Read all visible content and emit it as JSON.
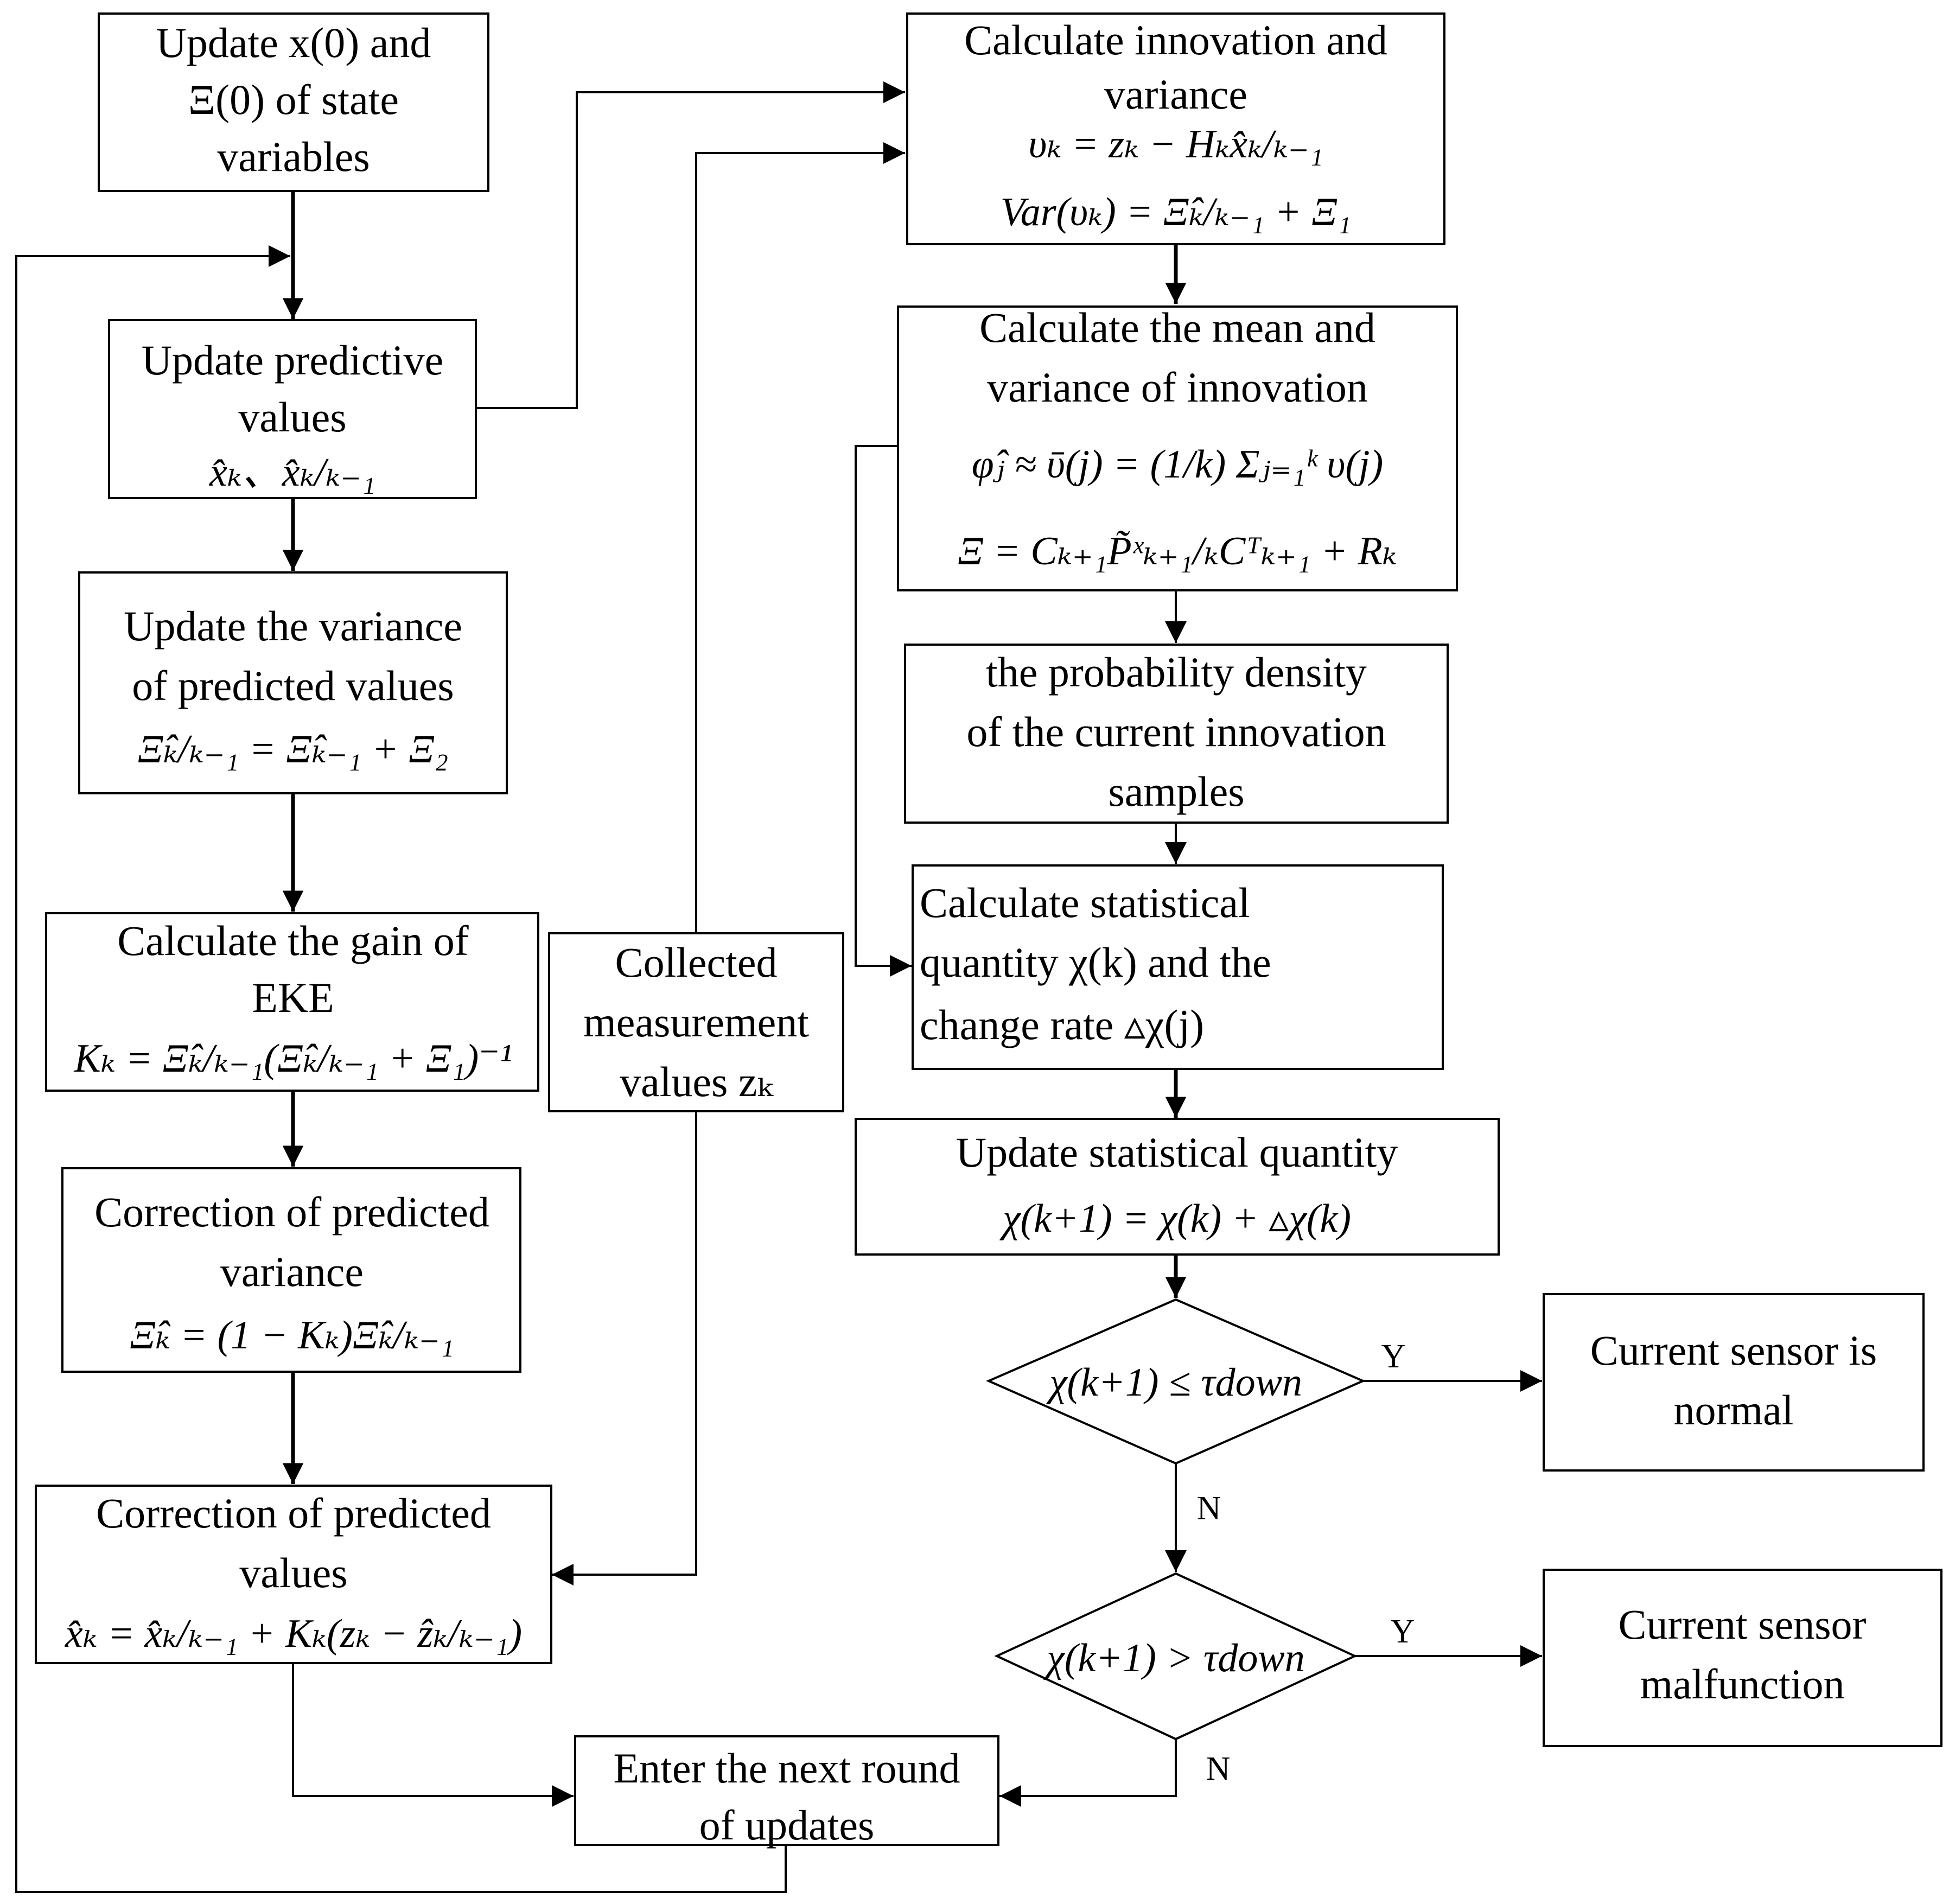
{
  "boxes": {
    "init": {
      "lines": [
        "Update x(0) and",
        "Ξ(0) of state",
        "variables"
      ]
    },
    "predict": {
      "lines": [
        "Update predictive",
        "values"
      ],
      "eq": "x̂ₖ、x̂ₖ/ₖ₋₁"
    },
    "variance": {
      "lines": [
        "Update the variance",
        "of predicted values"
      ],
      "eq": "Ξ̂ₖ/ₖ₋₁ = Ξ̂ₖ₋₁ + Ξ₂"
    },
    "gain": {
      "lines": [
        "Calculate the gain of",
        "EKE"
      ],
      "eq": "Kₖ = Ξ̂ₖ/ₖ₋₁(Ξ̂ₖ/ₖ₋₁ + Ξ₁)⁻¹"
    },
    "corr_var": {
      "lines": [
        "Correction of predicted",
        "variance"
      ],
      "eq": "Ξ̂ₖ = (1 − Kₖ)Ξ̂ₖ/ₖ₋₁"
    },
    "corr_val": {
      "lines": [
        "Correction of predicted",
        "values"
      ],
      "eq": "x̂ₖ = x̂ₖ/ₖ₋₁ + Kₖ(zₖ − ẑₖ/ₖ₋₁)"
    },
    "measure": {
      "lines": [
        "Collected",
        "measurement",
        "values zₖ"
      ]
    },
    "next": {
      "lines": [
        "Enter the next round",
        "of updates"
      ]
    },
    "innov": {
      "lines": [
        "Calculate innovation and",
        "variance"
      ],
      "eq1": "υₖ = zₖ − Hₖx̂ₖ/ₖ₋₁",
      "eq2": "Var(υₖ) = Ξ̂ₖ/ₖ₋₁ + Ξ₁"
    },
    "mean": {
      "lines": [
        "Calculate the mean and",
        "variance of innovation"
      ],
      "eq1": "φ̂ⱼ ≈ ῡ(j) = (1/k) Σⱼ₌₁ᵏ υ(j)",
      "eq2": "Ξ = Cₖ₊₁P̃ˣₖ₊₁/ₖCᵀₖ₊₁ + Rₖ"
    },
    "density": {
      "lines": [
        "the probability density",
        "of the current innovation",
        "samples"
      ]
    },
    "stat": {
      "lines": [
        "Calculate statistical",
        "quantity χ(k) and the",
        "change rate ▵χ(j)"
      ]
    },
    "update_stat": {
      "lines": [
        "Update statistical quantity"
      ],
      "eq": "χ(k+1) = χ(k) + ▵χ(k)"
    },
    "normal": {
      "lines": [
        "Current sensor is",
        "normal"
      ]
    },
    "fault": {
      "lines": [
        "Current sensor",
        "malfunction"
      ]
    }
  },
  "decisions": {
    "d1": {
      "label": "χ(k+1) ≤ τdown"
    },
    "d2": {
      "label": "χ(k+1) > τdown"
    }
  },
  "branch_labels": {
    "d1_yes": "Y",
    "d1_no": "N",
    "d2_yes": "Y",
    "d2_no": "N"
  }
}
